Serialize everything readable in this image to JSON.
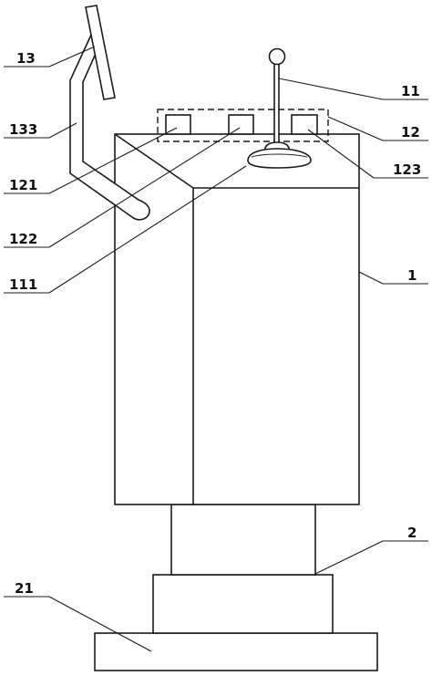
{
  "labels": {
    "l13": "13",
    "l133": "133",
    "l121": "121",
    "l122": "122",
    "l111": "111",
    "l11": "11",
    "l12": "12",
    "l123": "123",
    "l1": "1",
    "l2": "2",
    "l21": "21"
  }
}
